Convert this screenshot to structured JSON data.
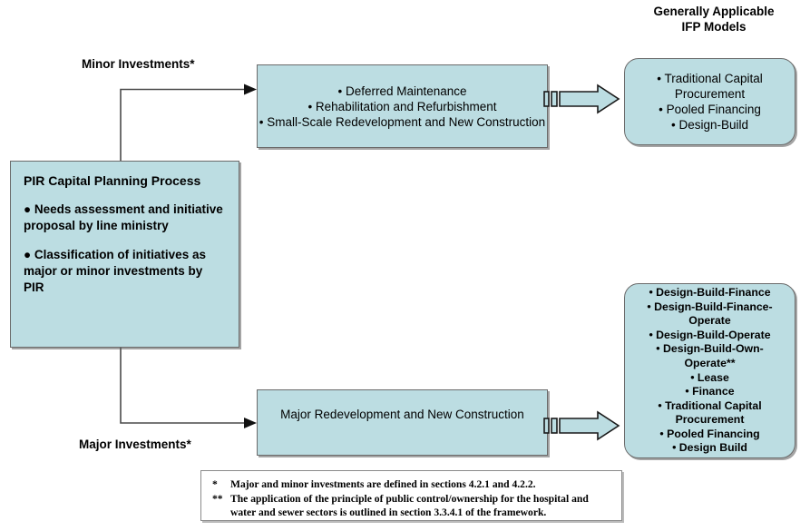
{
  "colors": {
    "box_fill": "#bcdde2",
    "box_border": "#6b6b6b",
    "arrow_stroke": "#4a4a4a",
    "text": "#000000",
    "canvas": "#ffffff"
  },
  "headings": {
    "models_heading_line1": "Generally Applicable",
    "models_heading_line2": "IFP Models"
  },
  "labels": {
    "minor_investments": "Minor Investments*",
    "major_investments": "Major Investments*"
  },
  "left_panel": {
    "title": "PIR Capital Planning Process",
    "bullets": [
      "● Needs assessment and initiative proposal by line ministry",
      "● Classification of initiatives as major or minor investments by PIR"
    ]
  },
  "minor_box": {
    "items": [
      "• Deferred Maintenance",
      "• Rehabilitation and Refurbishment",
      "• Small-Scale Redevelopment and New Construction"
    ]
  },
  "major_box": {
    "text": "Major Redevelopment and New Construction"
  },
  "minor_models_box": {
    "items": [
      "• Traditional Capital Procurement",
      "• Pooled Financing",
      "• Design-Build"
    ]
  },
  "major_models_box": {
    "items": [
      "• Design-Build-Finance",
      "• Design-Build-Finance-Operate",
      "• Design-Build-Operate",
      "• Design-Build-Own-Operate**",
      "• Lease",
      "• Finance",
      "• Traditional Capital Procurement",
      "• Pooled Financing",
      "• Design Build"
    ]
  },
  "footnotes": {
    "rows": [
      {
        "mark": "*",
        "text": "Major and minor investments are defined in sections 4.2.1 and 4.2.2."
      },
      {
        "mark": "**",
        "text": "The application of the principle of public control/ownership for the hospital and"
      }
    ],
    "continuation": "water and sewer sectors is outlined in section 3.3.4.1 of the framework."
  },
  "icons": {
    "elbow_arrow": "elbow-arrow-icon",
    "block_arrow": "block-arrow-icon"
  }
}
